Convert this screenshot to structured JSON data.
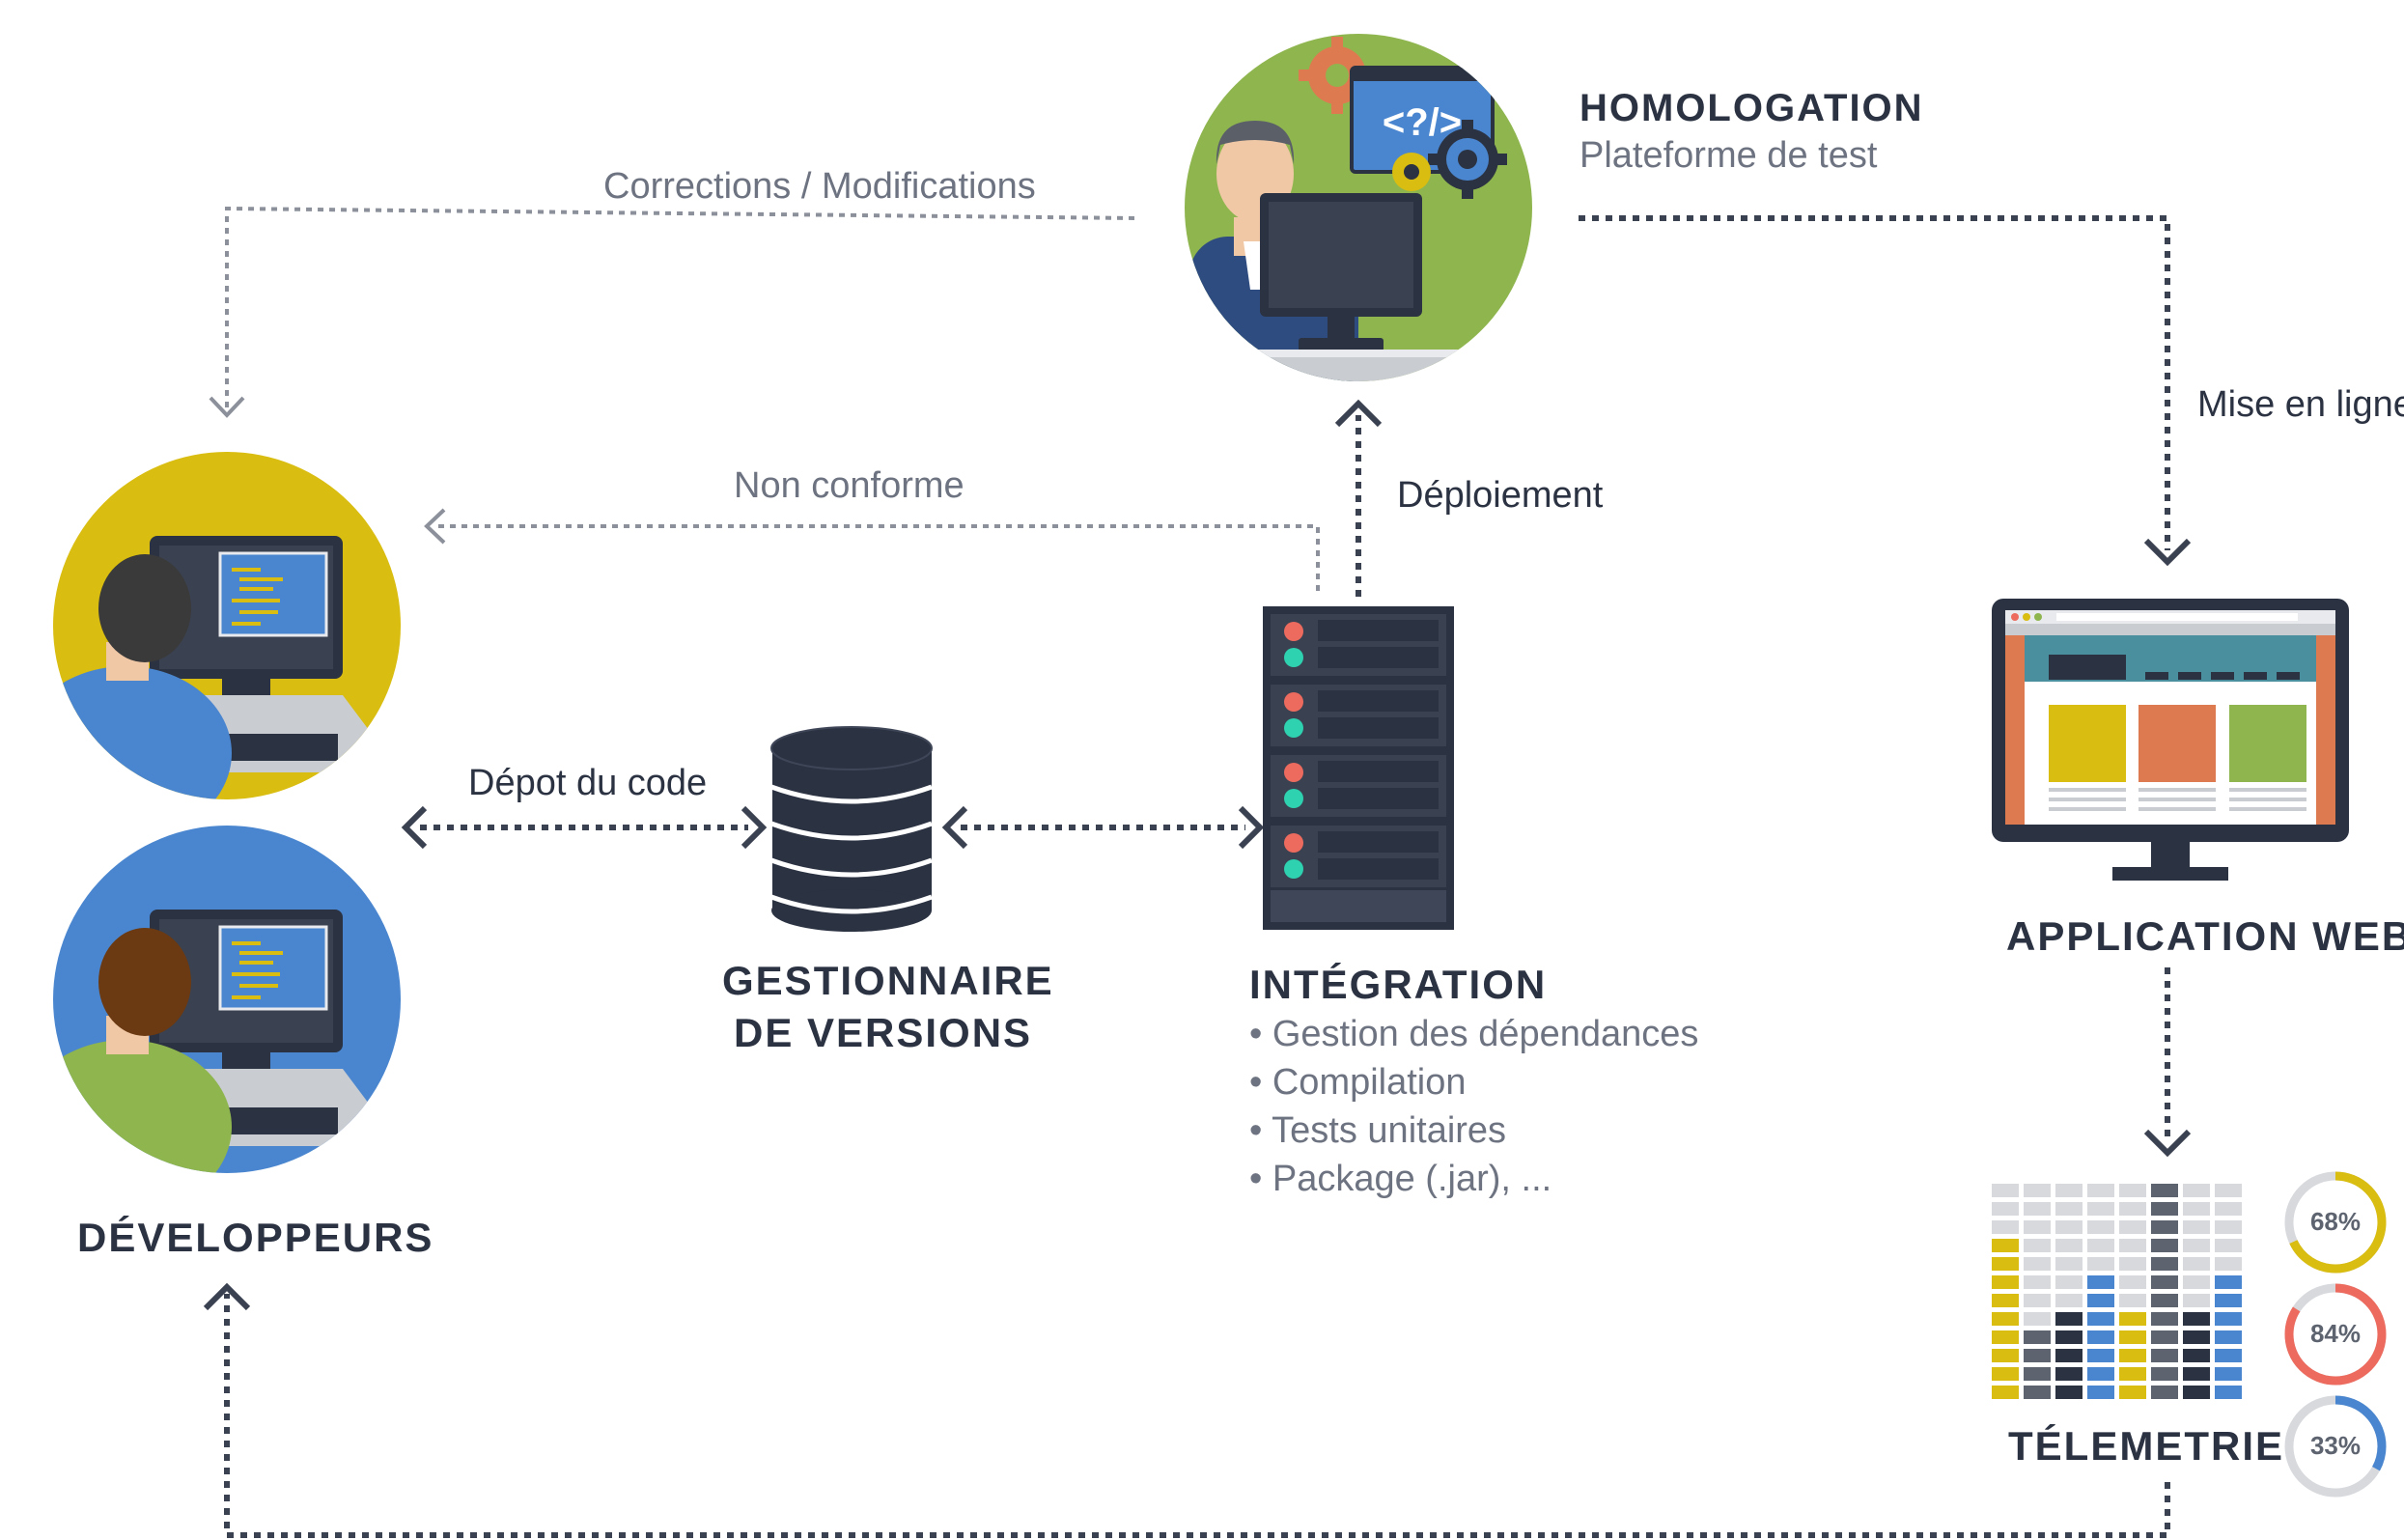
{
  "nodes": {
    "homologation": {
      "title": "HOMOLOGATION",
      "subtitle": "Plateforme de test",
      "code_glyph": "<?/>"
    },
    "developpeurs": {
      "title": "DÉVELOPPEURS"
    },
    "gestionnaire": {
      "title_line1": "GESTIONNAIRE",
      "title_line2": "DE VERSIONS"
    },
    "integration": {
      "title": "INTÉGRATION",
      "items": [
        "• Gestion des dépendances",
        "• Compilation",
        "• Tests unitaires",
        "• Package (.jar), ..."
      ]
    },
    "application": {
      "title": "APPLICATION WEB"
    },
    "telemetrie": {
      "title": "TÉLEMETRIE",
      "gauges": [
        "68%",
        "84%",
        "33%"
      ],
      "gauge_values": [
        0.68,
        0.84,
        0.33
      ]
    }
  },
  "edges": {
    "corrections": "Corrections / Modifications",
    "non_conforme": "Non conforme",
    "deploiement": "Déploiement",
    "mise_en_ligne": "Mise en ligne",
    "depot": "Dépot du code"
  },
  "colors": {
    "dark": "#2b3242",
    "muted": "#6d7380",
    "yellow": "#d9bd10",
    "orange": "#de7a50",
    "green": "#8fb54f",
    "blue": "#4a86cf",
    "teal": "#2ed1b0",
    "red": "#ec6b5e",
    "grey": "#c9ccd1"
  }
}
